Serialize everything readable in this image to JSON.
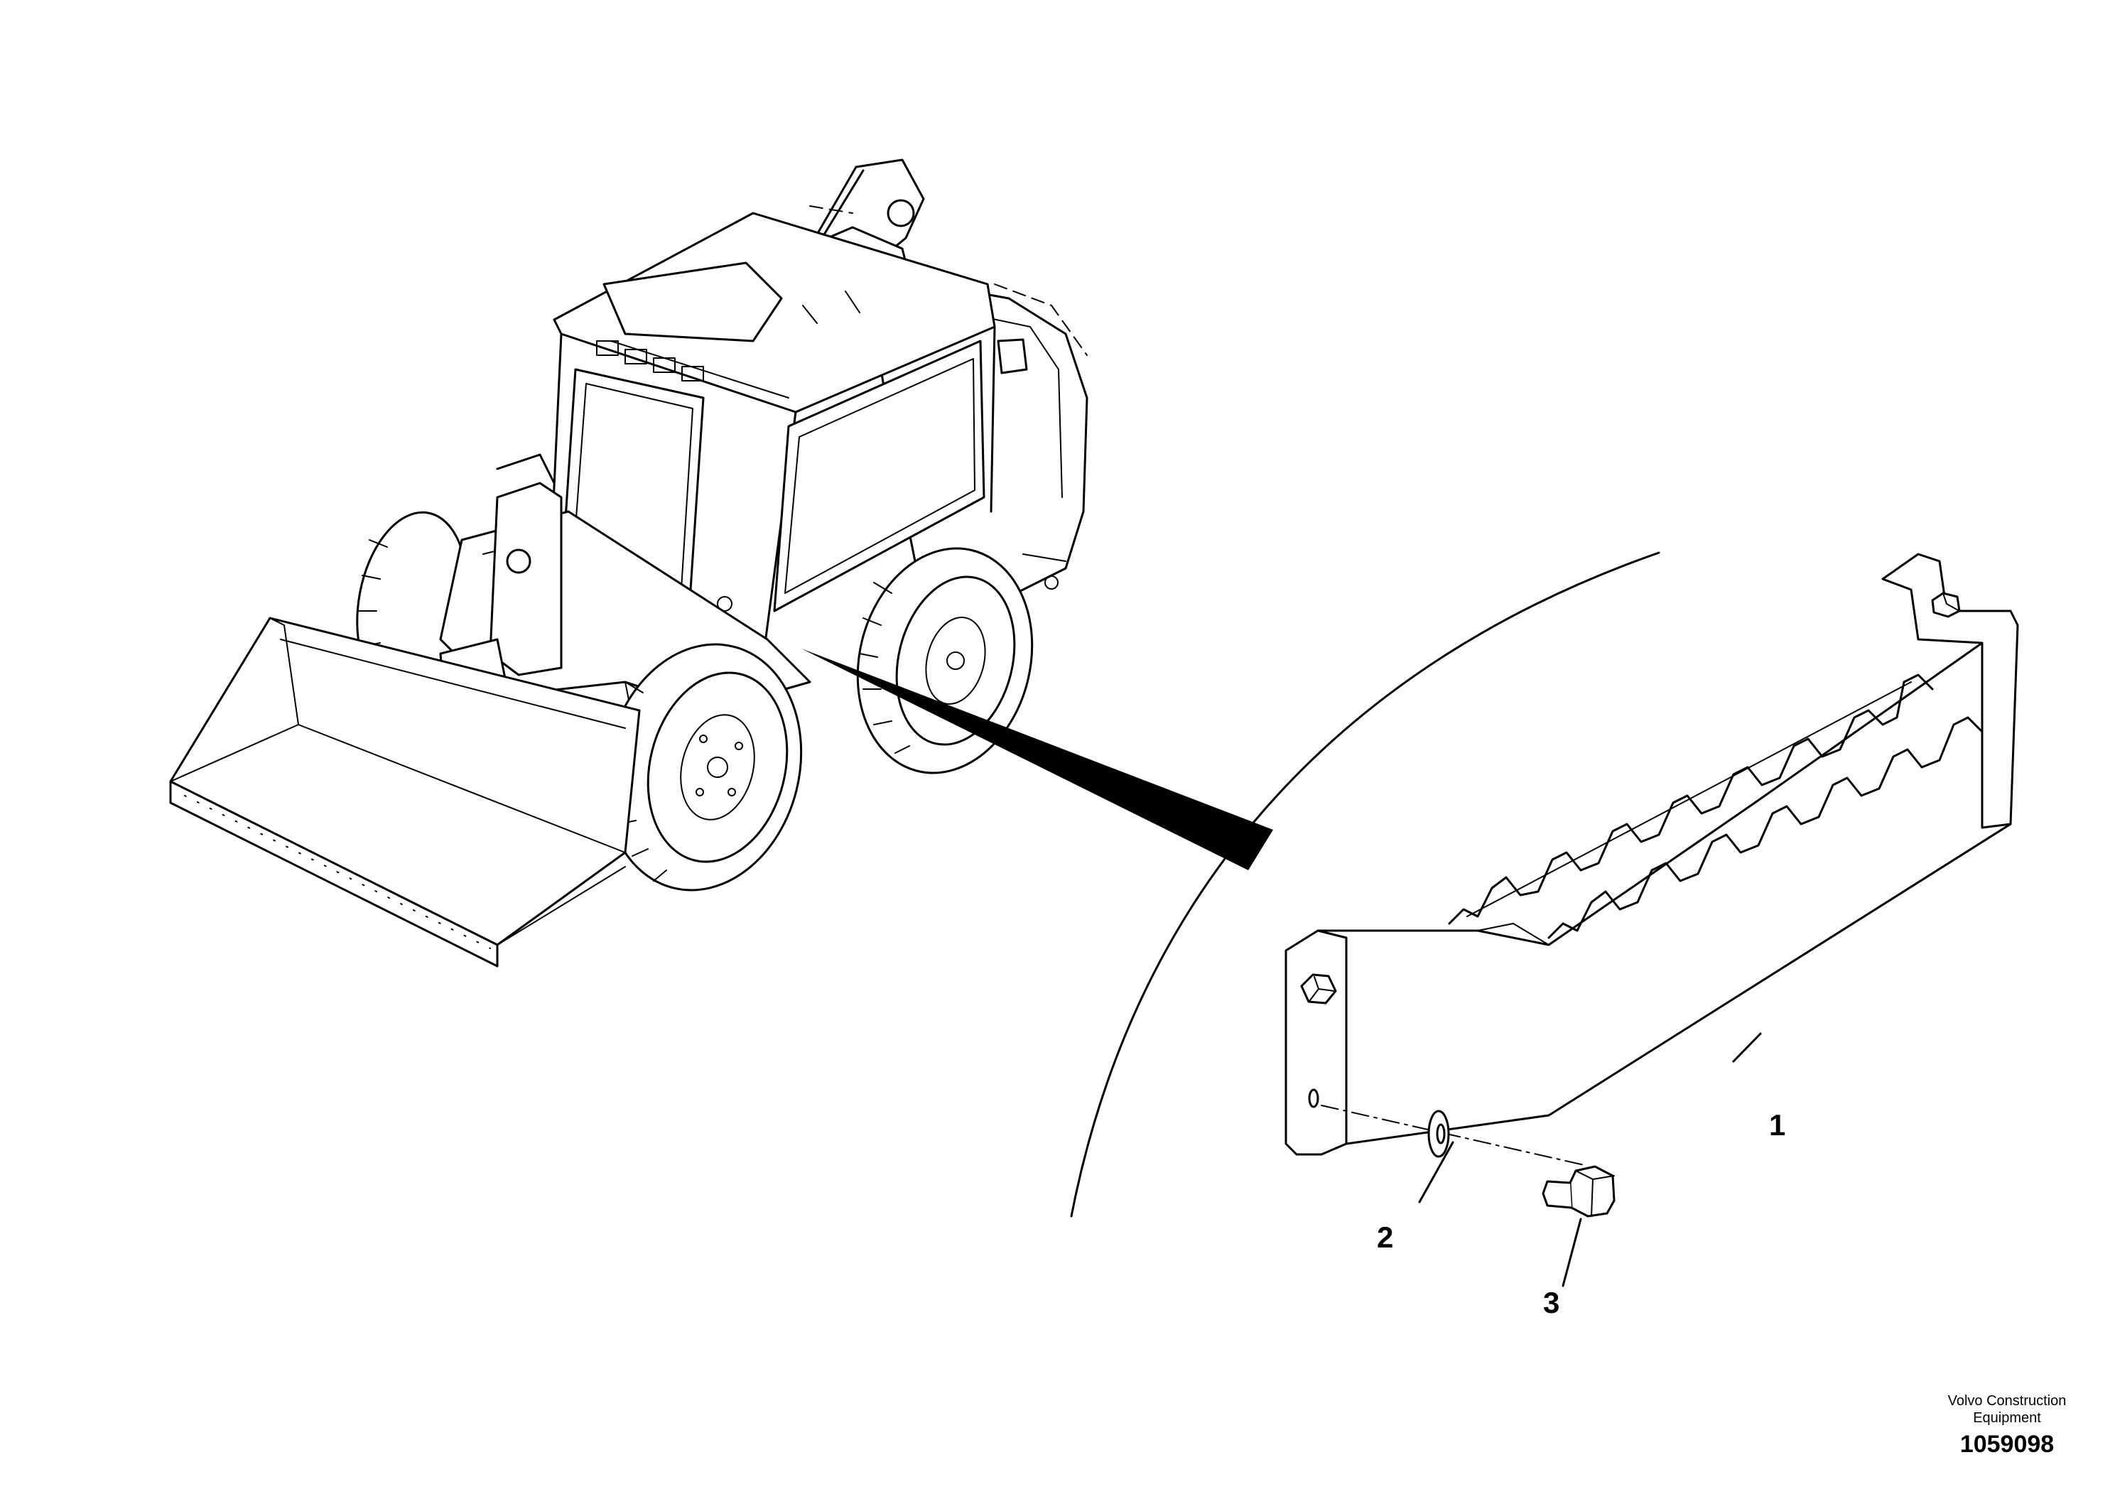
{
  "callouts": [
    {
      "label": "1",
      "name": "bracket-step"
    },
    {
      "label": "2",
      "name": "washer"
    },
    {
      "label": "3",
      "name": "bolt"
    }
  ],
  "footer": {
    "company_line1": "Volvo Construction",
    "company_line2": "Equipment",
    "part_number": "1059098"
  },
  "colors": {
    "line": "#000000",
    "background": "#ffffff"
  }
}
